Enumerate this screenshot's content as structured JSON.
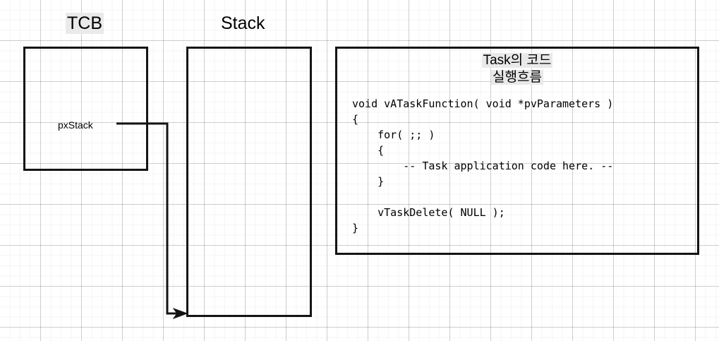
{
  "diagram": {
    "column_titles": {
      "tcb": "TCB",
      "stack": "Stack"
    },
    "tcb_box": {
      "field_label": "pxStack"
    },
    "code_panel": {
      "title_line1": "Task의 코드",
      "title_line2": "실행흐름",
      "code": "void vATaskFunction( void *pvParameters )\n{\n    for( ;; )\n    {\n        -- Task application code here. --\n    }\n\n    vTaskDelete( NULL );\n}"
    },
    "connector": {
      "name": "pxStack-to-stack-arrow"
    },
    "colors": {
      "stroke": "#141414",
      "highlight": "#e9e9e9",
      "grid_major": "#d0d0d0",
      "grid_minor": "#f2f2f2",
      "background": "#ffffff"
    }
  }
}
